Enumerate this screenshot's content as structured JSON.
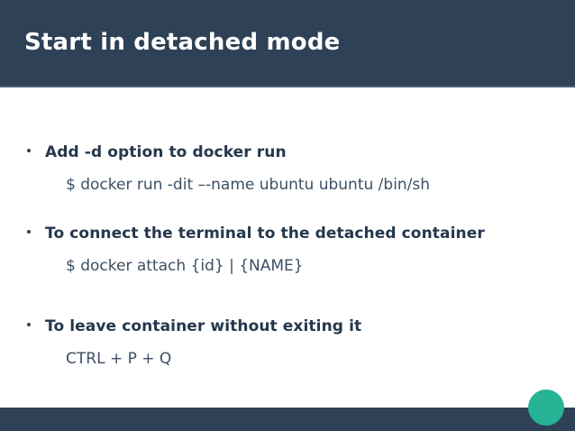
{
  "header": {
    "title": "Start in detached mode"
  },
  "body": {
    "bullets": [
      {
        "label": "Add -d option to docker run",
        "command": "$ docker run -dit –-name ubuntu ubuntu /bin/sh"
      },
      {
        "label": "To connect the terminal to the detached container",
        "command": "$ docker attach {id} | {NAME}"
      },
      {
        "label": "To leave container without exiting it",
        "command": "CTRL + P + Q"
      }
    ]
  },
  "decor": {
    "circle_color": "#27b395",
    "bar_color": "#2e4156",
    "header_color": "#2e4156",
    "text_color": "#25374c"
  }
}
